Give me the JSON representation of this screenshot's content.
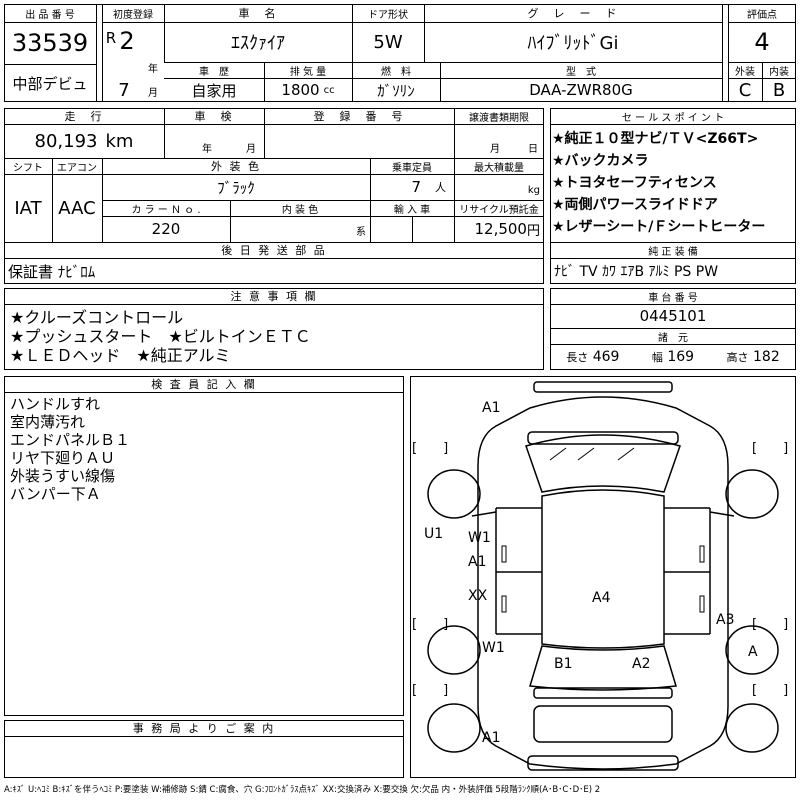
{
  "top": {
    "lot_label": "出 品 番 号",
    "lot_number": "33539",
    "first_reg_label": "初度登録",
    "era": "R",
    "year": "2",
    "year_unit": "年",
    "month": "7",
    "month_unit": "月",
    "car_name_label": "車　名",
    "car_name": "ｴｽｸｧｲｱ",
    "door_label": "ドア形状",
    "door": "5W",
    "grade_label": "グ　レ　ー　ド",
    "grade": "ﾊｲﾌﾞﾘｯﾄﾞGi",
    "score_label": "評価点",
    "score": "4",
    "debut": "中部デビュ",
    "history_label": "車　歴",
    "history": "自家用",
    "displacement_label": "排 気 量",
    "displacement": "1800",
    "displacement_unit": "cc",
    "fuel_label": "燃　料",
    "fuel": "ｶﾞｿﾘﾝ",
    "model_label": "型　式",
    "model": "DAA-ZWR80G",
    "ext_label": "外装",
    "ext_grade": "C",
    "int_label": "内装",
    "int_grade": "B"
  },
  "mid": {
    "mileage_label": "走　行",
    "mileage": "80,193",
    "mileage_unit": "km",
    "inspection_label": "車　検",
    "inspection_year_unit": "年",
    "inspection_month_unit": "月",
    "regno_label": "登　録　番　号",
    "transfer_label": "譲渡書類期限",
    "transfer_month_unit": "月",
    "transfer_day_unit": "日",
    "shift_label": "シフト",
    "shift": "IAT",
    "ac_label": "エアコン",
    "ac": "AAC",
    "color_label": "外 装 色",
    "color": "ﾌﾞﾗｯｸ",
    "capacity_label": "乗車定員",
    "capacity": "7",
    "capacity_unit": "人",
    "load_label": "最大積載量",
    "load_unit": "kg",
    "color_no_label": "カ ラ ー Ｎ ｏ .",
    "color_no": "220",
    "interior_color_label": "内 装 色",
    "interior_unit": "系",
    "import_label": "輸 入 車",
    "recycle_label": "リサイクル預託金",
    "recycle": "12,500",
    "recycle_unit": "円",
    "later_label": "後 日 発 送 部 品",
    "later_items": "保証書 ﾅﾋﾞﾛﾑ"
  },
  "sales": {
    "label": "セ ー ル ス ポ イ ン ト",
    "points": [
      "★純正１０型ナビ/ＴＶ<Z66T>",
      "★バックカメラ",
      "★トヨタセーフティセンス",
      "★両側パワースライドドア",
      "★レザーシート/Ｆシートヒーター"
    ],
    "equip_label": "純 正 装 備",
    "equip": "ﾅﾋﾞ  TV  ｶﾜ  ｴｱB  ｱﾙﾐ  PS  PW"
  },
  "notes": {
    "label": "注 意 事 項 欄",
    "lines": [
      "★クルーズコントロール",
      "★プッシュスタート　★ビルトインＥＴＣ",
      "★ＬＥＤヘッド　★純正アルミ"
    ]
  },
  "chassis": {
    "label": "車 台 番 号",
    "number": "0445101",
    "spec_label": "諸　元",
    "length_label": "長さ",
    "length": "469",
    "width_label": "幅",
    "width": "169",
    "height_label": "高さ",
    "height": "182"
  },
  "inspector": {
    "label": "検 査 員 記 入 欄",
    "lines": [
      "ハンドルすれ",
      "室内薄汚れ",
      "エンドパネルＢ１",
      "リヤ下廻りＡＵ",
      "外装うすい線傷",
      "バンパー下Ａ"
    ]
  },
  "office": {
    "label": "事 務 局 よ り ご 案 内"
  },
  "diagram": {
    "marks": {
      "front_bumper": "A1",
      "left_fender": "U1",
      "left_front_door_w": "W1",
      "left_front_door_a": "A1",
      "left_rear_door": "XX",
      "left_rear_fender": "W1",
      "roof": "A4",
      "right_rear_door": "A3",
      "right_rear_wheel": "A",
      "tail_left": "B1",
      "tail_right": "A2",
      "rear_bumper": "A1"
    },
    "brackets": "[　　]"
  },
  "legend": "A:ｷｽﾞ U:ﾍｺﾐ B:ｷｽﾞを伴うﾍｺﾐ P:要塗装 W:補修跡 S:錆 C:腐食、穴 G:ﾌﾛﾝﾄｶﾞﾗｽ点ｷｽﾞ XX:交換済み X:要交換 欠:欠品 内・外装評価 5段階ﾗﾝｸ順(A･B･C･D･E) 2"
}
